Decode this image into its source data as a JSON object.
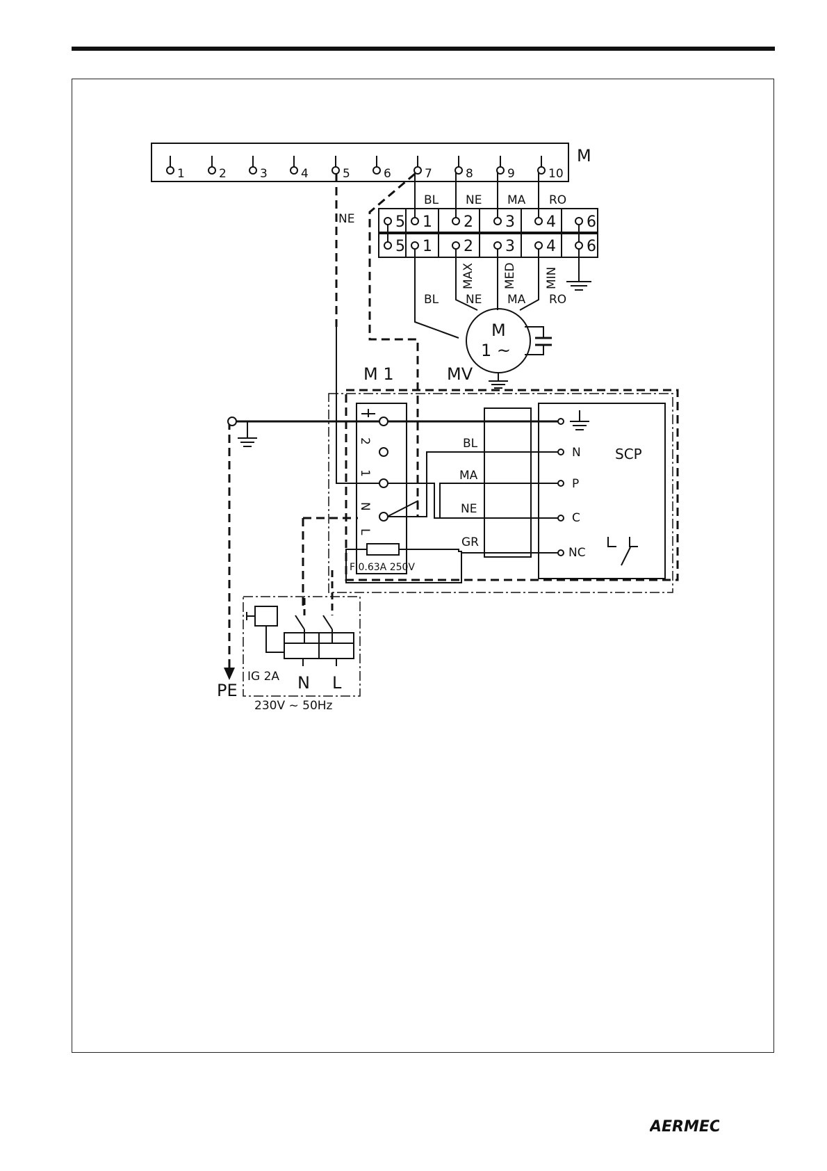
{
  "terminal_block_M": {
    "label": "M",
    "terminals": [
      "1",
      "2",
      "3",
      "4",
      "5",
      "6",
      "7",
      "8",
      "9",
      "10"
    ]
  },
  "motor_connector": {
    "positions": [
      "5",
      "1",
      "2",
      "3",
      "4",
      "6"
    ],
    "wire_colors_top": [
      "BL",
      "NE",
      "MA",
      "RO"
    ],
    "speed_labels": [
      "MAX",
      "MED",
      "MIN"
    ],
    "wire_colors_bottom": [
      "BL",
      "NE",
      "MA",
      "RO"
    ]
  },
  "motor": {
    "symbol_line1": "M",
    "symbol_line2": "1 ~"
  },
  "ne_wire_label": "NE",
  "unit_M1": {
    "label": "M 1",
    "terminals": [
      "2",
      "1",
      "N",
      "L"
    ]
  },
  "unit_MV": {
    "label": "MV"
  },
  "fuse": {
    "label": "F 0.63A  250V"
  },
  "scp": {
    "label": "SCP",
    "wire_colors": [
      "BL",
      "MA",
      "NE",
      "GR"
    ],
    "terminals": [
      "N",
      "P",
      "C",
      "NC"
    ]
  },
  "breaker": {
    "label": "IG 2A",
    "phases": [
      "N",
      "L"
    ],
    "supply": "230V ~ 50Hz"
  },
  "earth_label": "PE",
  "brand": "AERMEC"
}
